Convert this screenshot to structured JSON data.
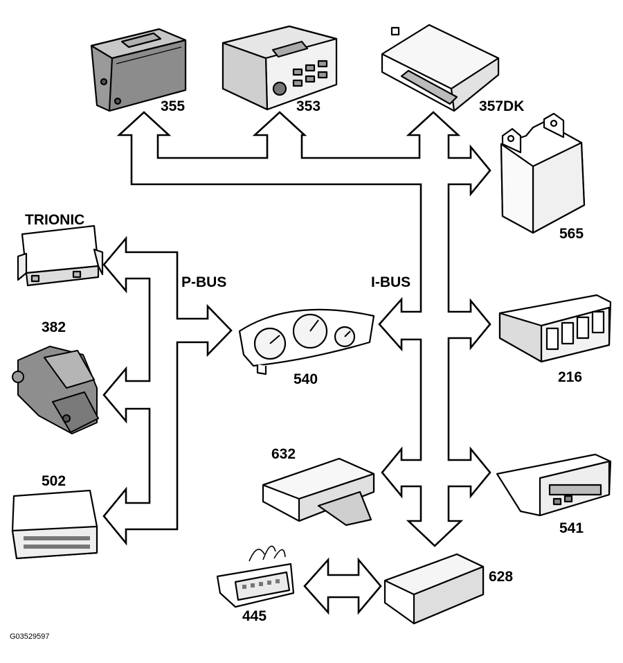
{
  "diagram": {
    "figure_id": "G03529597",
    "bus_labels": {
      "p_bus": "P-BUS",
      "i_bus": "I-BUS"
    },
    "modules": [
      {
        "id": "355",
        "label": "355"
      },
      {
        "id": "353",
        "label": "353"
      },
      {
        "id": "357dk",
        "label": "357DK"
      },
      {
        "id": "565",
        "label": "565"
      },
      {
        "id": "trionic",
        "label": "TRIONIC"
      },
      {
        "id": "382",
        "label": "382"
      },
      {
        "id": "502",
        "label": "502"
      },
      {
        "id": "540",
        "label": "540"
      },
      {
        "id": "216",
        "label": "216"
      },
      {
        "id": "632",
        "label": "632"
      },
      {
        "id": "541",
        "label": "541"
      },
      {
        "id": "628",
        "label": "628"
      },
      {
        "id": "445",
        "label": "445"
      }
    ],
    "colors": {
      "line": "#000000",
      "fill": "#ffffff",
      "module_dark": "#9a9a9a",
      "module_light": "#d8d8d8"
    }
  }
}
